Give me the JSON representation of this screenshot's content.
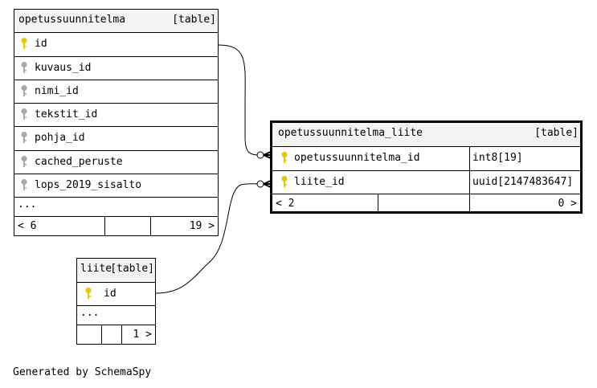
{
  "tables": {
    "opetussuunnitelma": {
      "name": "opetussuunnitelma",
      "kind": "[table]",
      "columns": [
        {
          "name": "id",
          "key": "primary"
        },
        {
          "name": "kuvaus_id",
          "key": "foreign"
        },
        {
          "name": "nimi_id",
          "key": "foreign"
        },
        {
          "name": "tekstit_id",
          "key": "foreign"
        },
        {
          "name": "pohja_id",
          "key": "foreign"
        },
        {
          "name": "cached_peruste",
          "key": "foreign"
        },
        {
          "name": "lops_2019_sisalto",
          "key": "foreign"
        }
      ],
      "ellipsis": "...",
      "footer": {
        "left": "< 6",
        "right": "19 >"
      }
    },
    "opetussuunnitelma_liite": {
      "name": "opetussuunnitelma_liite",
      "kind": "[table]",
      "columns": [
        {
          "name": "opetussuunnitelma_id",
          "type": "int8[19]",
          "key": "primary"
        },
        {
          "name": "liite_id",
          "type": "uuid[2147483647]",
          "key": "primary"
        }
      ],
      "footer": {
        "left": "< 2",
        "right": "0 >"
      }
    },
    "liite": {
      "name": "liite",
      "kind": "[table]",
      "columns": [
        {
          "name": "id",
          "key": "primary"
        }
      ],
      "ellipsis": "...",
      "footer": {
        "left": "",
        "right": "1 >"
      }
    }
  },
  "colors": {
    "primary_key": "#e6c800",
    "foreign_key": "#a8a8a8",
    "header_bg": "#f3f3f3",
    "line": "#000000"
  },
  "generated_by": "Generated by SchemaSpy"
}
